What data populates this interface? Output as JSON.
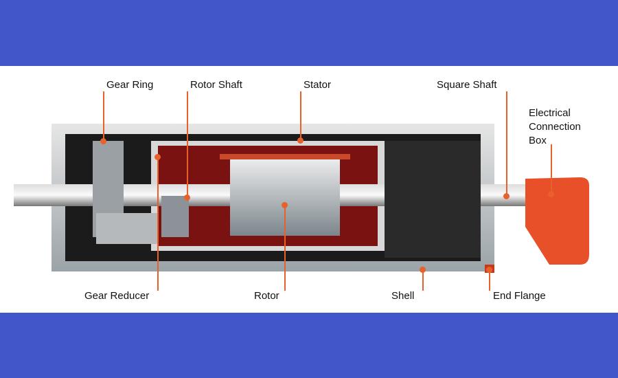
{
  "figure": {
    "title": "Motorized pulley cutaway diagram",
    "colors": {
      "band": "#4356c9",
      "leader": "#e8612a",
      "box": "#e8502a"
    },
    "labels": {
      "gear_ring": "Gear Ring",
      "rotor_shaft": "Rotor Shaft",
      "stator": "Stator",
      "square_shaft": "Square Shaft",
      "electrical_box_1": "Electrical",
      "electrical_box_2": "Connection",
      "electrical_box_3": "Box",
      "gear_reducer": "Gear Reducer",
      "rotor": "Rotor",
      "shell": "Shell",
      "end_flange": "End Flange"
    }
  }
}
